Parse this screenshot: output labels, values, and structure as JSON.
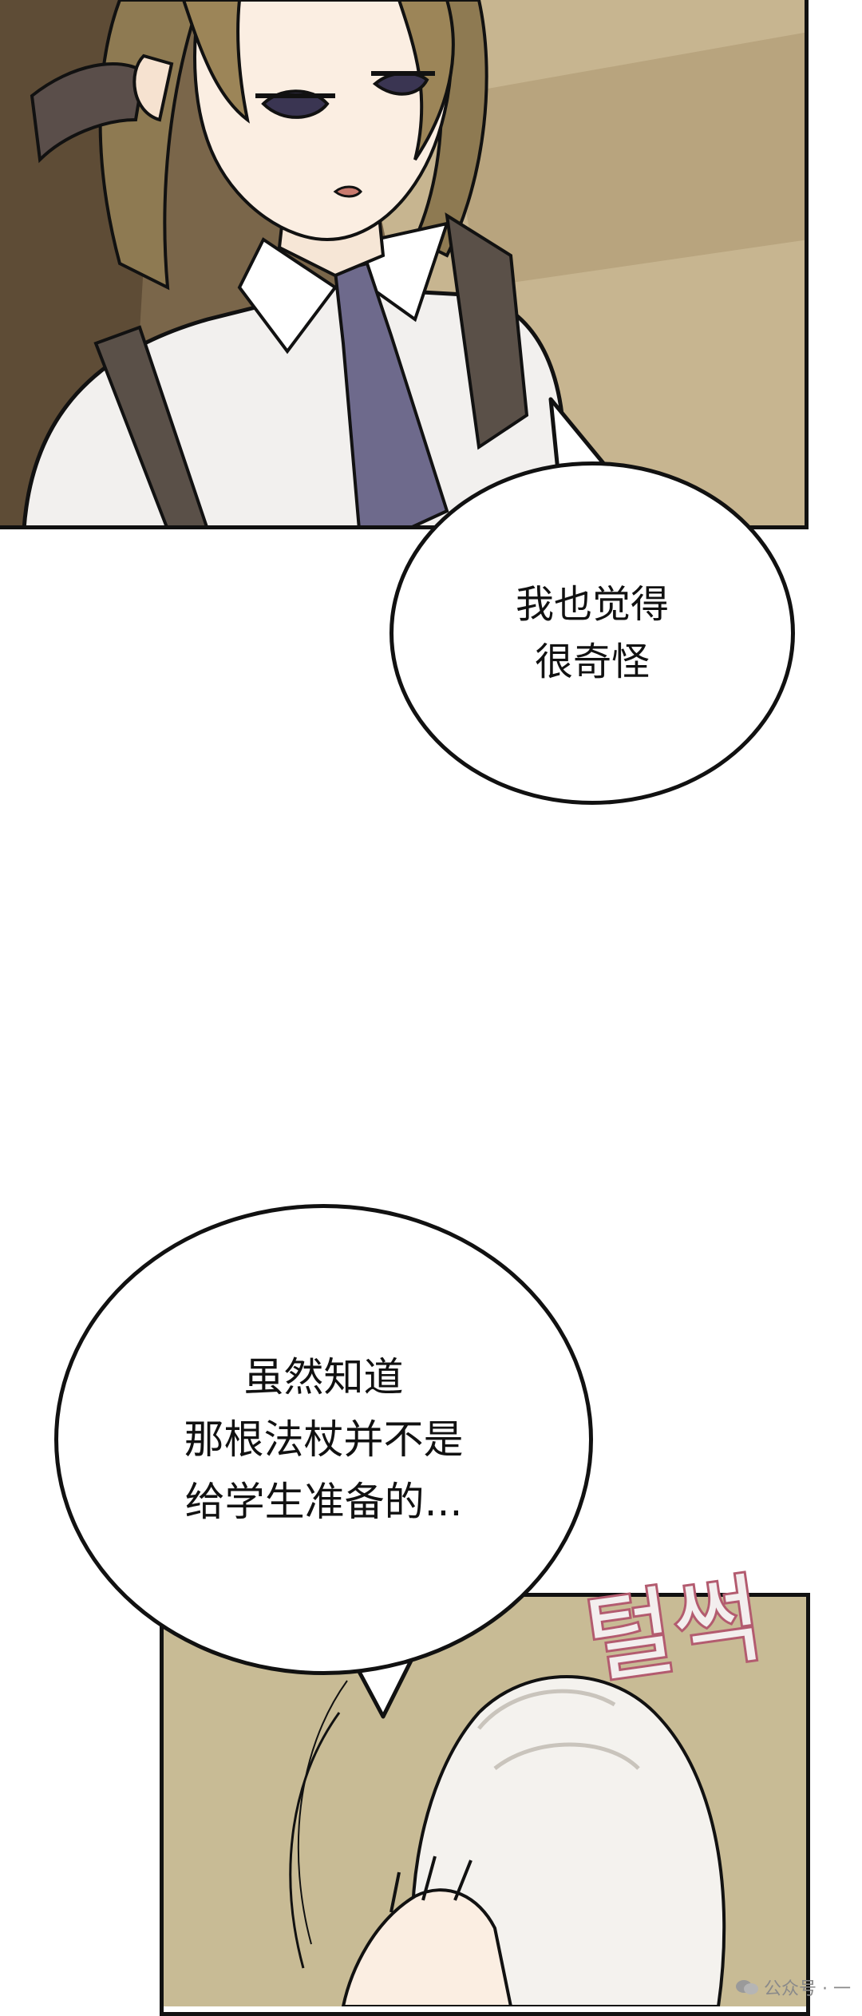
{
  "panels": [
    {
      "id": "top-panel",
      "description_label": ""
    },
    {
      "id": "bottom-panel",
      "description_label": ""
    }
  ],
  "bubbles": {
    "first": "我也觉得\n很奇怪",
    "second": "虽然知道\n那根法杖并不是\n给学生准备的..."
  },
  "sfx": {
    "text": "털썩",
    "color": "#f3eeee",
    "outline_color": "#b35b6f"
  },
  "watermark": {
    "text": "公众号 · 一",
    "icon": "wechat-icon"
  },
  "colors": {
    "background": "#ffffff",
    "panel_border": "#111111",
    "shirt": "#f2f0ee",
    "tie": "#6e6a8c",
    "hair_brown": "#9c8558",
    "hair_white": "#f4f2ee"
  }
}
